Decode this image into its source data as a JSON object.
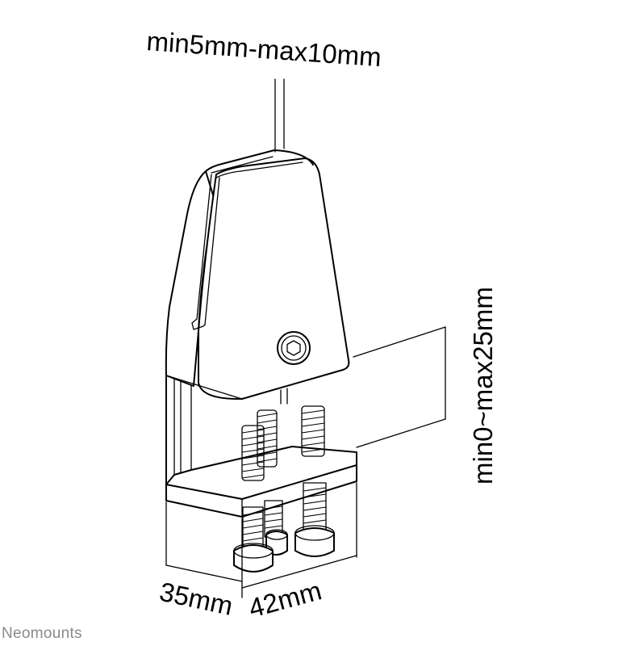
{
  "labels": {
    "panel_thickness": "min5mm-max10mm",
    "clamp_range": "min0~max25mm",
    "depth": "35mm",
    "width": "42mm"
  },
  "brand": "Neomounts",
  "colors": {
    "line": "#000000",
    "background": "#ffffff",
    "brand_text": "#8a8a8a"
  }
}
